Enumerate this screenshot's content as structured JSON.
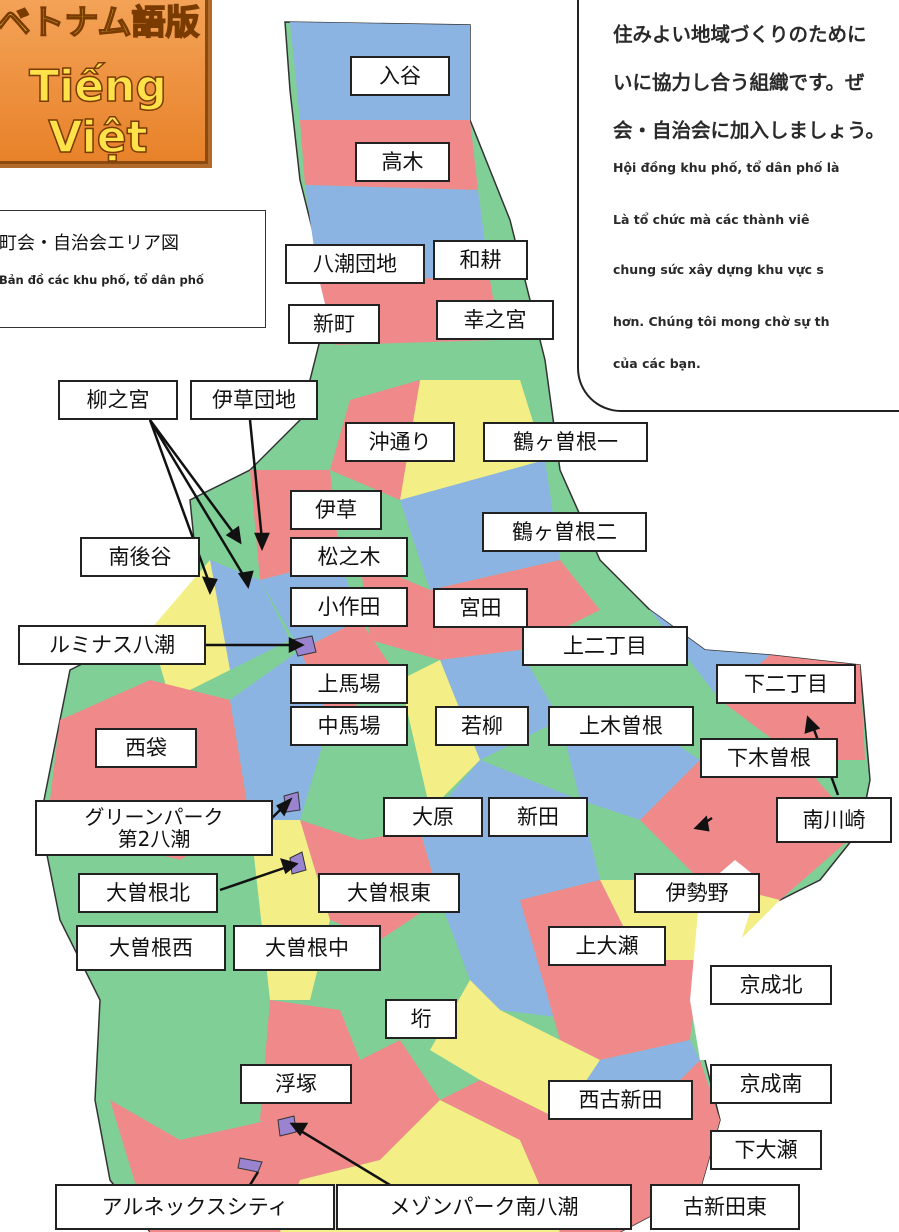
{
  "badge": {
    "line1": "ベトナム語版",
    "line2": "Tiếng Việt"
  },
  "legend": {
    "title_jp": "町会・自治会エリア図",
    "title_vi": "Bản đồ các khu phố, tổ dân phố"
  },
  "info": {
    "jp_lines": [
      "住みよい地域づくりのために",
      "いに協力し合う組織です。ぜ",
      "会・自治会に加入しましょう。"
    ],
    "vi_lines": [
      "Hội đồng khu phố, tổ dân phố là",
      "Là tổ chức mà các thành viê",
      "chung sức xây dựng khu vực s",
      "hơn. Chúng tôi mong chờ sự th",
      "của các bạn."
    ]
  },
  "areas": {
    "iriya": "入谷",
    "takagi": "高木",
    "yashio_danchi": "八潮団地",
    "wakou": "和耕",
    "shinmachi": "新町",
    "kounomiya": "幸之宮",
    "okidori": "沖通り",
    "tsurugasone1": "鶴ヶ曽根一",
    "yanaginomiya": "柳之宮",
    "igusa_danchi": "伊草団地",
    "igusa": "伊草",
    "tsurugasone2": "鶴ヶ曽根二",
    "minamigoya": "南後谷",
    "matsunoki": "松之木",
    "kosakuta": "小作田",
    "miyata": "宮田",
    "luminas_yashio": "ルミナス八潮",
    "kami_nichome": "上二丁目",
    "kamibaba": "上馬場",
    "shimo_nichome": "下二丁目",
    "nishibukuro": "西袋",
    "nakababa": "中馬場",
    "wakayanagi": "若柳",
    "kamikisone": "上木曽根",
    "shimokisone": "下木曽根",
    "greenpark_1": "グリーンパーク",
    "greenpark_2": "第2八潮",
    "ohara": "大原",
    "shinden": "新田",
    "minamikawasaki": "南川崎",
    "osonekita": "大曽根北",
    "osonehigashi": "大曽根東",
    "isezono": "伊勢野",
    "osonenishi": "大曽根西",
    "osonenaka": "大曽根中",
    "kamiose": "上大瀬",
    "keiseikita": "京成北",
    "gyou": "垳",
    "ukitsuka": "浮塚",
    "nishikoshinden": "西古新田",
    "keiseiminami": "京成南",
    "shimoose": "下大瀬",
    "arnex_city": "アルネックスシティ",
    "maisonpark": "メゾンパーク南八潮",
    "koshindenhigashi": "古新田東"
  },
  "colors": {
    "red": "#f08a8a",
    "green": "#7fcf97",
    "blue": "#8cb4e2",
    "yellow": "#f3ef86",
    "purple": "#9a83cf",
    "border": "#222222"
  }
}
